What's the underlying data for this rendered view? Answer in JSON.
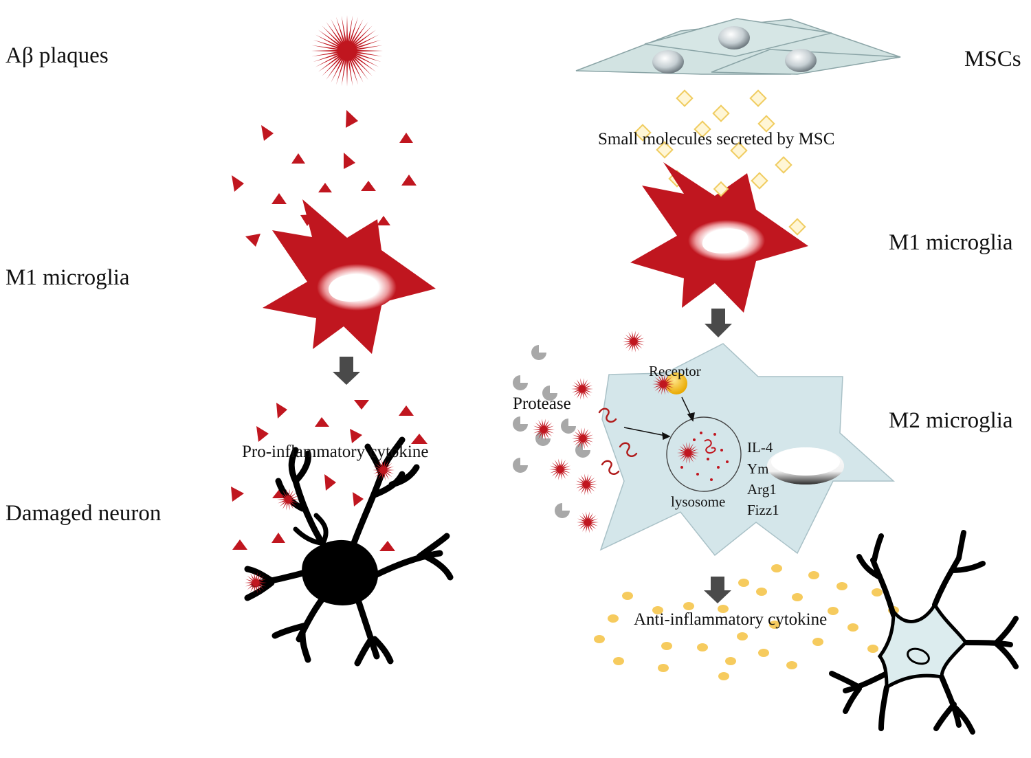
{
  "labels": {
    "ab_plaques": "Aβ plaques",
    "mscs": "MSCs",
    "small_molecules": "Small  molecules  secreted by MSC",
    "m1_left": "M1 microglia",
    "m1_right": "M1 microglia",
    "m2": "M2 microglia",
    "damaged_neuron": "Damaged neuron",
    "pro_inflammatory": "Pro-inflammatory  cytokine",
    "anti_inflammatory": "Anti-inflammatory  cytokine",
    "receptor": "Receptor",
    "protease": "Protease",
    "lysosome": "lysosome",
    "markers": [
      "IL-4",
      "Ym-1",
      "Arg1",
      "Fizz1"
    ]
  },
  "colors": {
    "red": "#c0161f",
    "m2_fill": "#d4e6ea",
    "msc_fill": "#d2e3e2",
    "yellow": "#f5c242",
    "neuron": "#000000",
    "arrow": "#4a4a4a"
  }
}
